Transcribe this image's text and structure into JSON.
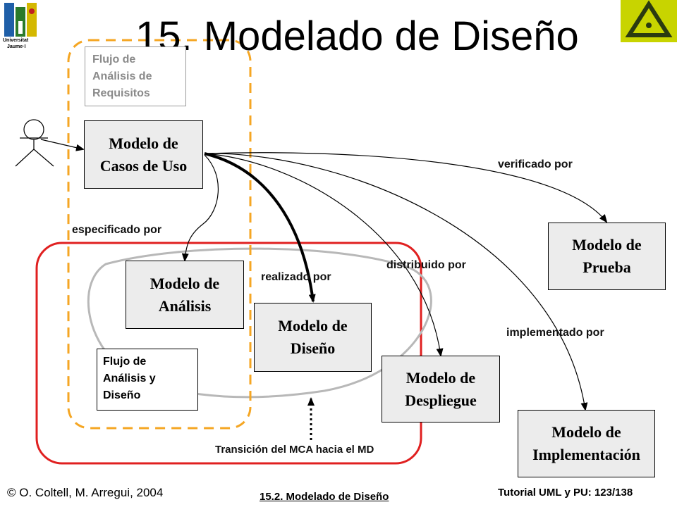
{
  "title": "15. Modelado de Diseño",
  "logo": {
    "university_line1": "Universitat",
    "university_line2": "Jaume·I",
    "icon": "uji-logo-icon"
  },
  "corner_logo": {
    "icon": "triangle-emblem-icon",
    "color": "#c8d400"
  },
  "actor": {
    "icon": "stick-figure-actor-icon"
  },
  "boxes": {
    "casos_de_uso": {
      "line1": "Modelo de",
      "line2": "Casos de Uso"
    },
    "analisis": {
      "line1": "Modelo de",
      "line2": "Análisis"
    },
    "diseno": {
      "line1": "Modelo de",
      "line2": "Diseño"
    },
    "despliegue": {
      "line1": "Modelo de",
      "line2": "Despliegue"
    },
    "prueba": {
      "line1": "Modelo de",
      "line2": "Prueba"
    },
    "implementacion": {
      "line1": "Modelo de",
      "line2": "Implementación"
    }
  },
  "notes": {
    "flujo_requisitos": {
      "line1": "Flujo de",
      "line2": "Análisis de",
      "line3": "Requisitos"
    },
    "flujo_analisis_diseno": {
      "line1": "Flujo de",
      "line2": "Análisis y",
      "line3": "Diseño"
    }
  },
  "labels": {
    "especificado": "especificado por",
    "realizado": "realizado por",
    "distribuido": "distribuido por",
    "verificado": "verificado por",
    "implementado": "implementado por",
    "transicion": "Transición del MCA hacia el MD"
  },
  "colors": {
    "orange_dash": "#f5a623",
    "red_region": "#e02020",
    "grey_loop": "#b8b8b8",
    "box_fill": "#ececec"
  },
  "footer": {
    "copyright": "© O. Coltell, M. Arregui, 2004",
    "section": "15.2. Modelado de Diseño",
    "tutorial": "Tutorial UML y PU: 123/138"
  }
}
